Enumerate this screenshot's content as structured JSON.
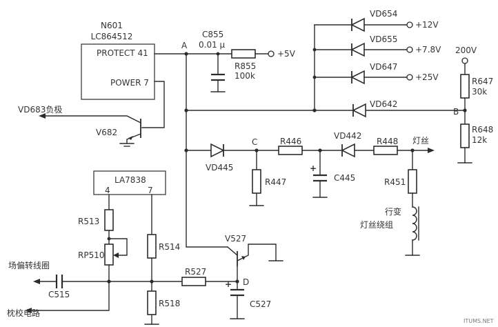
{
  "ic_n601": {
    "name": "N601",
    "part": "LC864512",
    "pin_protect": "PROTECT 41",
    "pin_power": "POWER 7"
  },
  "ic_la7838": {
    "part": "LA7838",
    "pin4": "4",
    "pin7": "7"
  },
  "nodes": {
    "a": "A",
    "b": "B",
    "c": "C",
    "d": "D"
  },
  "capacitors": {
    "c855": "C855",
    "c855_value": "0.01 μ",
    "c445": "C445",
    "c527": "C527",
    "c515": "C515"
  },
  "resistors": {
    "r855": "R855",
    "r855_value": "100k",
    "r647": "R647",
    "r647_value": "30k",
    "r648": "R648",
    "r648_value": "12k",
    "r446": "R446",
    "r447": "R447",
    "r448": "R448",
    "r451": "R451",
    "r513": "R513",
    "rp510": "RP510",
    "r514": "R514",
    "r527": "R527",
    "r518": "R518"
  },
  "diodes": {
    "vd654": "VD654",
    "vd655": "VD655",
    "vd647": "VD647",
    "vd642": "VD642",
    "vd445": "VD445",
    "vd442": "VD442"
  },
  "transistors": {
    "v682": "V682",
    "v527": "V527"
  },
  "supplies": {
    "plus5v": "+5V",
    "plus12v": "+12V",
    "plus7_8v": "+7.8V",
    "plus25v": "+25V",
    "v200": "200V"
  },
  "labels": {
    "vd683": "VD683负极",
    "filament": "灯丝",
    "flyback_1": "行变",
    "flyback_2": "灯丝绕组",
    "vertical_coil": "场偏转线圈",
    "pincushion": "枕校电路"
  },
  "watermark": "ITUMS.NET"
}
